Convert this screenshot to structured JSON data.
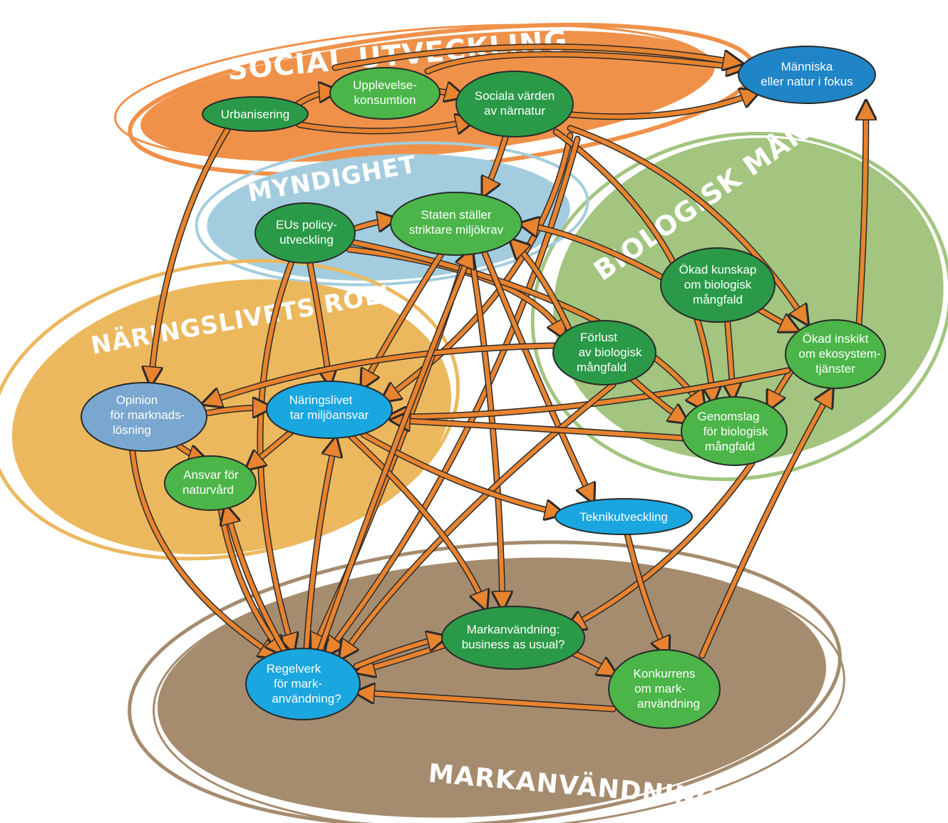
{
  "regions": {
    "social": "SOCIAL UTVECKLING",
    "myndighet": "MYNDIGHET",
    "biologisk": "BIOLOGISK MÅNGFALD",
    "naringsliv": "NÄRINGSLIVETS ROLL",
    "markanvandning": "MARKANVÄNDNING"
  },
  "nodes": {
    "urbanisering": [
      "Urbanisering"
    ],
    "upplevelse": [
      "Upplevelse-",
      "konsumtion"
    ],
    "sociala": [
      "Sociala värden",
      "av närnatur"
    ],
    "manniska": [
      "Människa",
      "eller natur i fokus"
    ],
    "eus": [
      "EUs policy-",
      "utveckling"
    ],
    "staten": [
      "Staten ställer",
      "striktare miljökrav"
    ],
    "okad_kunskap": [
      "Ökad kunskap",
      "om biologisk",
      "mångfald"
    ],
    "forlust": [
      "Förlust",
      "av biologisk",
      "mångfald"
    ],
    "okad_insikt": [
      "Ökad inskikt",
      "om ekosystem-",
      "tjänster"
    ],
    "opinion": [
      "Opinion",
      "för marknads-",
      "lösning"
    ],
    "naringslivet": [
      "Näringslivet",
      "tar miljöansvar"
    ],
    "genomslag": [
      "Genomslag",
      "för biologisk",
      "mångfald"
    ],
    "ansvar": [
      "Ansvar för",
      "naturvård"
    ],
    "teknik": [
      "Teknikutveckling"
    ],
    "markanvandning_bau": [
      "Markanvändning:",
      "business as usual?"
    ],
    "regelverk": [
      "Regelverk",
      "för mark-",
      "användning?"
    ],
    "konkurrens": [
      "Konkurrens",
      "om mark-",
      "användning"
    ]
  },
  "colors": {
    "social": "#f0914a",
    "myndighet": "#a3cdde",
    "biologisk": "#a3c57f",
    "naringsliv": "#ecb85e",
    "markanvandning": "#a58c6e",
    "node_green_dark": "#2a9a48",
    "node_green": "#4cb549",
    "node_cyan": "#1aa6df",
    "node_blue": "#1f85c7",
    "node_steel": "#79a7cf",
    "arrow": "#e8832f",
    "outline": "#2a2a2a"
  }
}
